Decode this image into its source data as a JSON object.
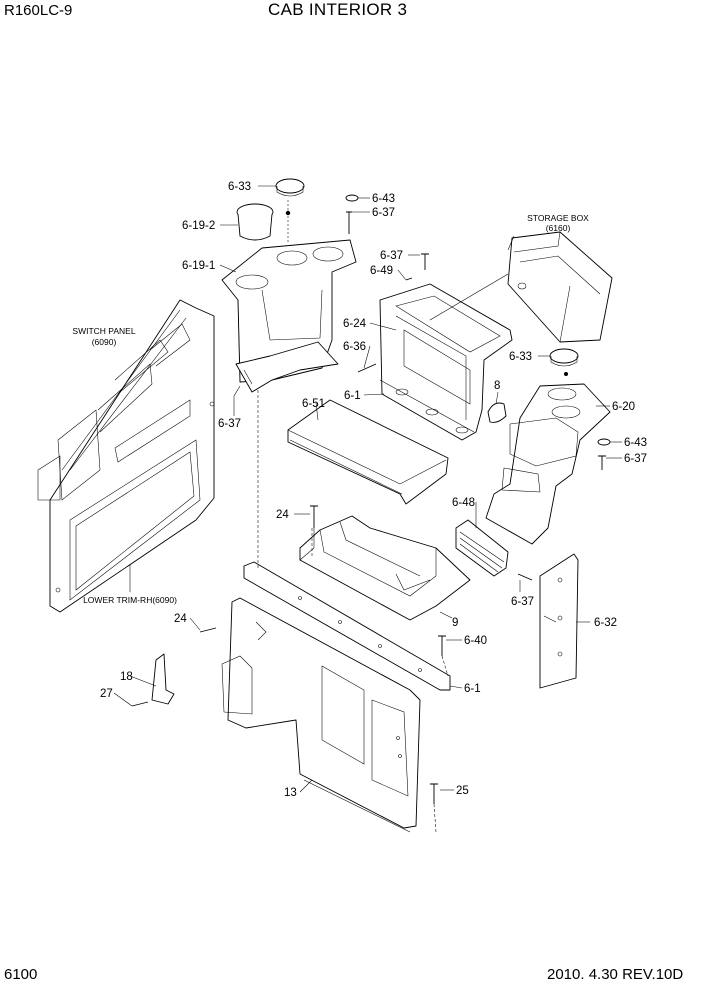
{
  "header": {
    "model": "R160LC-9",
    "title": "CAB INTERIOR 3"
  },
  "footer": {
    "page_number": "6100",
    "revision": "2010. 4.30  REV.10D"
  },
  "notes": {
    "switch_panel": "SWITCH PANEL",
    "switch_panel_ref": "(6090)",
    "storage_box": "STORAGE BOX",
    "storage_box_ref": "(6160)",
    "lower_trim": "LOWER TRIM-RH(6090)"
  },
  "callouts": {
    "c_6_33_top": "6-33",
    "c_6_43_top": "6-43",
    "c_6_37_top": "6-37",
    "c_6_19_2": "6-19-2",
    "c_6_19_1": "6-19-1",
    "c_6_37_left": "6-37",
    "c_6_37_mid": "6-37",
    "c_6_49": "6-49",
    "c_6_24": "6-24",
    "c_6_36": "6-36",
    "c_6_1_mid": "6-1",
    "c_8": "8",
    "c_6_51": "6-51",
    "c_6_33_right": "6-33",
    "c_6_20": "6-20",
    "c_6_43_right": "6-43",
    "c_6_37_right": "6-37",
    "c_6_48": "6-48",
    "c_24_top": "24",
    "c_9": "9",
    "c_6_37_low": "6-37",
    "c_6_32": "6-32",
    "c_24_left": "24",
    "c_6_40": "6-40",
    "c_18": "18",
    "c_6_1_low": "6-1",
    "c_27": "27",
    "c_13": "13",
    "c_25": "25"
  }
}
